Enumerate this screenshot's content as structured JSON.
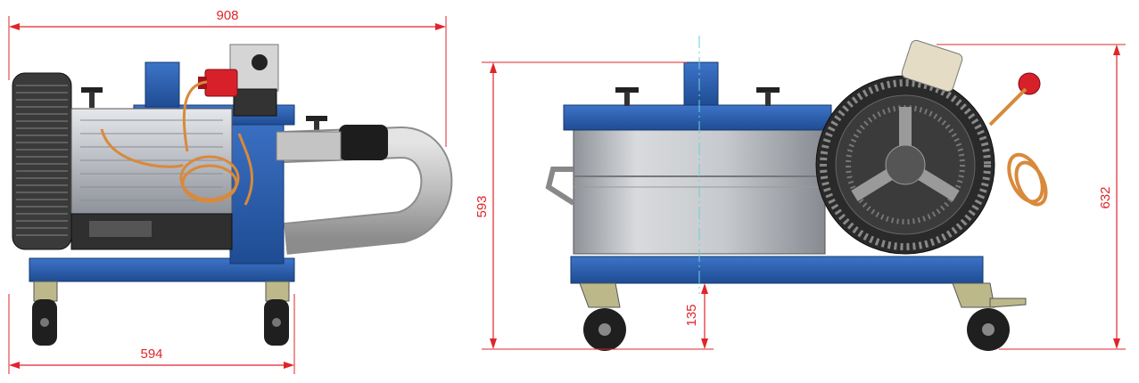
{
  "dimensions": {
    "overall_length": "908",
    "wheelbase": "594",
    "height_body": "593",
    "ground_clearance": "135",
    "overall_height": "632"
  },
  "colors": {
    "dimension": "#e0252a",
    "frame_blue": "#2a5db0",
    "steel": "#b9bcc2",
    "plug_red": "#d8202a",
    "copper": "#d9893b",
    "hose": "#c9c9c9",
    "black": "#1d1d1d"
  }
}
